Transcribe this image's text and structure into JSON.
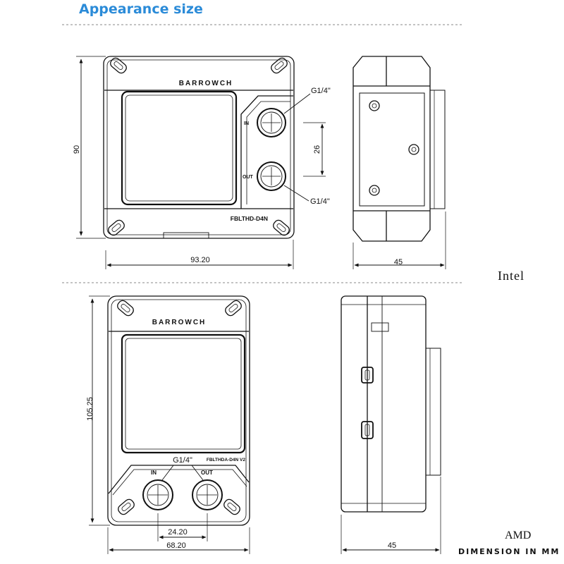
{
  "heading": "Appearance size",
  "sections": {
    "intel": "Intel",
    "amd": "AMD",
    "dimension_note": "DIMENSION IN MM"
  },
  "brand": "BARROWCH",
  "intel": {
    "model": "FBLTHD-D4N",
    "port_in": "IN",
    "port_out": "OUT",
    "thread_top": "G1/4\"",
    "thread_bottom": "G1/4\"",
    "dim_height": "90",
    "dim_width": "93.20",
    "dim_port_spacing": "26",
    "dim_side": "45"
  },
  "amd": {
    "model": "FBLTHDA-D4N V2",
    "port_in": "IN",
    "port_out": "OUT",
    "thread": "G1/4\"",
    "dim_height": "105.25",
    "dim_port_spacing": "24.20",
    "dim_width": "68.20",
    "dim_side": "45"
  },
  "colors": {
    "heading": "#2b8bd8",
    "line": "#111111"
  }
}
